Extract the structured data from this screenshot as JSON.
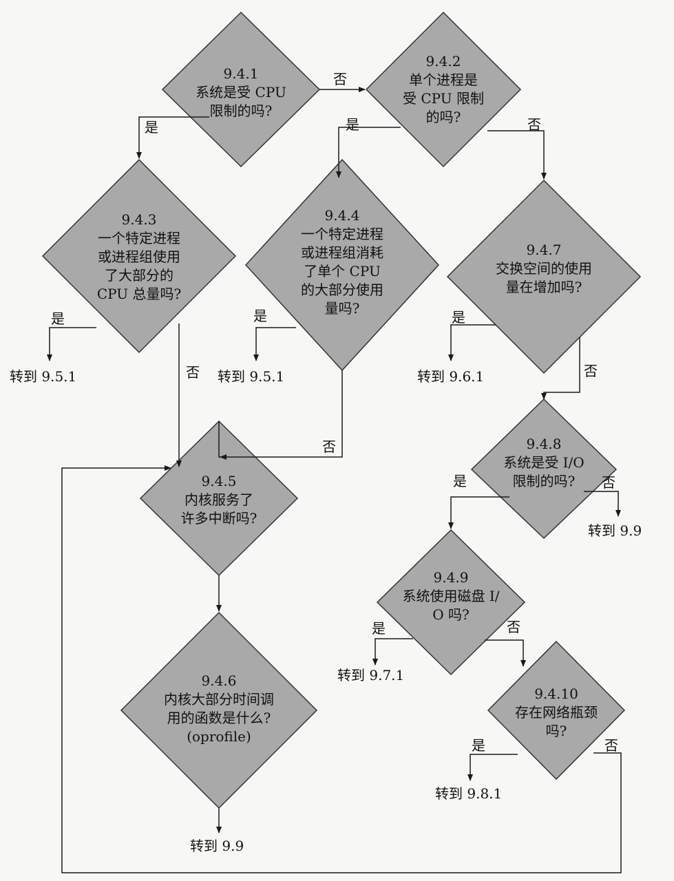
{
  "nodes": {
    "n941": {
      "id": "9.4.1",
      "lines": [
        "系统是受 CPU",
        "限制的吗?"
      ]
    },
    "n942": {
      "id": "9.4.2",
      "lines": [
        "单个进程是",
        "受 CPU 限制",
        "的吗?"
      ]
    },
    "n943": {
      "id": "9.4.3",
      "lines": [
        "一个特定进程",
        "或进程组使用",
        "了大部分的",
        "CPU 总量吗?"
      ]
    },
    "n944": {
      "id": "9.4.4",
      "lines": [
        "一个特定进程",
        "或进程组消耗",
        "了单个 CPU",
        "的大部分使用",
        "量吗?"
      ]
    },
    "n947": {
      "id": "9.4.7",
      "lines": [
        "交换空间的使用",
        "量在增加吗?"
      ]
    },
    "n948": {
      "id": "9.4.8",
      "lines": [
        "系统是受 I/O",
        "限制的吗?"
      ]
    },
    "n945": {
      "id": "9.4.5",
      "lines": [
        "内核服务了",
        "许多中断吗?"
      ]
    },
    "n949": {
      "id": "9.4.9",
      "lines": [
        "系统使用磁盘 I/",
        "O 吗?"
      ]
    },
    "n946": {
      "id": "9.4.6",
      "lines": [
        "内核大部分时间调",
        "用的函数是什么?",
        "(oprofile)"
      ]
    },
    "n9410": {
      "id": "9.4.10",
      "lines": [
        "存在网络瓶颈",
        "吗?"
      ]
    }
  },
  "edge_labels": {
    "e941_no": "否",
    "e941_yes": "是",
    "e942_yes": "是",
    "e942_no": "否",
    "e943_yes": "是",
    "e943_no": "否",
    "e944_yes": "是",
    "e944_no": "否",
    "e947_yes": "是",
    "e947_no": "否",
    "e948_yes": "是",
    "e948_no": "否",
    "e949_yes": "是",
    "e949_no": "否",
    "e9410_yes": "是",
    "e9410_no": "否"
  },
  "terminals": {
    "t943": "转到 9.5.1",
    "t944": "转到 9.5.1",
    "t947": "转到 9.6.1",
    "t948": "转到 9.9",
    "t949": "转到 9.7.1",
    "t9410": "转到 9.8.1",
    "t946": "转到 9.9"
  },
  "colors": {
    "diamond_fill": "#a9a9a9",
    "line": "#1a1a1a",
    "background": "#f7f7f5"
  }
}
